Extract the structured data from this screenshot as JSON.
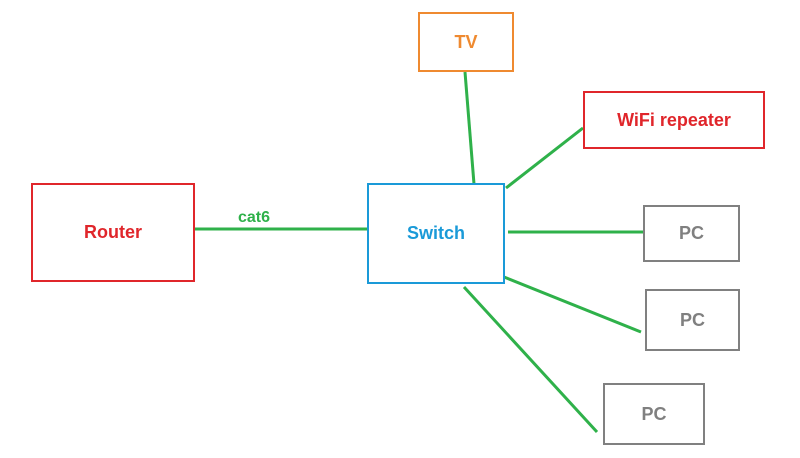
{
  "colors": {
    "router": "#e0262b",
    "switch": "#1a9ad8",
    "tv": "#ef8a30",
    "repeater": "#e0262b",
    "pc": "#808080",
    "link": "#2fb14a"
  },
  "nodes": {
    "router": {
      "label": "Router"
    },
    "switch": {
      "label": "Switch"
    },
    "tv": {
      "label": "TV"
    },
    "repeater": {
      "label": "WiFi repeater"
    },
    "pc1": {
      "label": "PC"
    },
    "pc2": {
      "label": "PC"
    },
    "pc3": {
      "label": "PC"
    }
  },
  "links": {
    "router_switch": {
      "label": "cat6"
    }
  }
}
